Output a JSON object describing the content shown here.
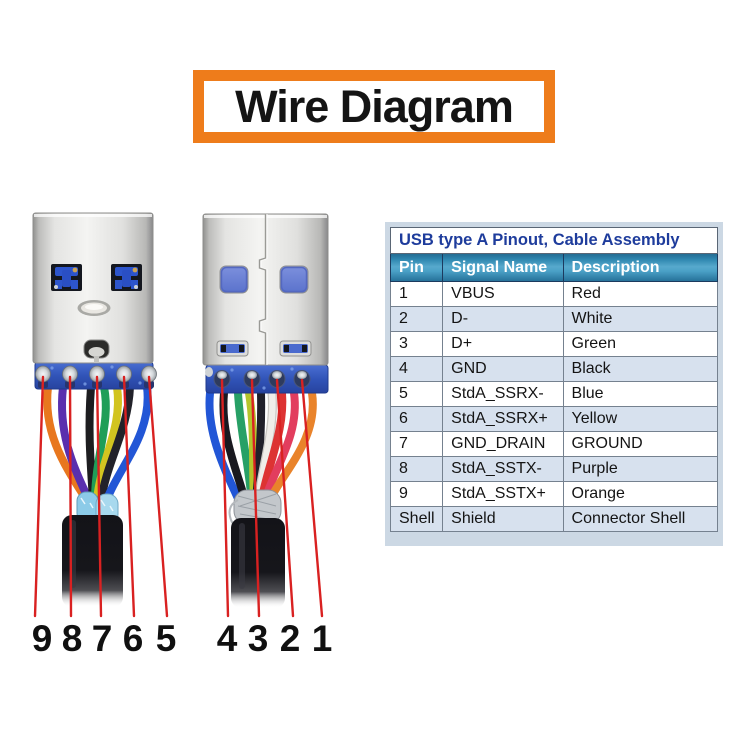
{
  "title": "Wire Diagram",
  "pinout_table": {
    "caption": "USB type A Pinout, Cable Assembly",
    "columns": [
      "Pin",
      "Signal Name",
      "Description"
    ],
    "rows": [
      {
        "pin": "1",
        "signal": "VBUS",
        "description": "Red"
      },
      {
        "pin": "2",
        "signal": "D-",
        "description": "White"
      },
      {
        "pin": "3",
        "signal": "D+",
        "description": "Green"
      },
      {
        "pin": "4",
        "signal": "GND",
        "description": "Black"
      },
      {
        "pin": "5",
        "signal": "StdA_SSRX-",
        "description": "Blue"
      },
      {
        "pin": "6",
        "signal": "StdA_SSRX+",
        "description": "Yellow"
      },
      {
        "pin": "7",
        "signal": "GND_DRAIN",
        "description": "GROUND"
      },
      {
        "pin": "8",
        "signal": "StdA_SSTX-",
        "description": "Purple"
      },
      {
        "pin": "9",
        "signal": "StdA_SSTX+",
        "description": "Orange"
      },
      {
        "pin": "Shell",
        "signal": "Shield",
        "description": "Connector Shell"
      }
    ]
  },
  "pin_labels": {
    "left": [
      "9",
      "8",
      "7",
      "6",
      "5"
    ],
    "right": [
      "4",
      "3",
      "2",
      "1"
    ]
  },
  "illustration": {
    "left_connector": "USB Type-A plug front view with soldered wires",
    "right_connector": "USB Type-A plug back view with soldered wires",
    "left_wire_colors": [
      "orange",
      "purple",
      "black",
      "green",
      "yellow",
      "black",
      "blue"
    ],
    "right_wire_colors": [
      "blue",
      "black",
      "green",
      "yellow-green",
      "black",
      "white",
      "red",
      "pink",
      "orange"
    ]
  },
  "colors": {
    "accent_orange": "#ee7c1b",
    "annotation_red": "#d92121",
    "table_header_top": "#2f87b0",
    "table_header_bottom": "#246f97",
    "caption_text_blue": "#1e3c9c",
    "row_alt_blue": "#d7e1ee",
    "panel_background": "#ccd8e4"
  }
}
